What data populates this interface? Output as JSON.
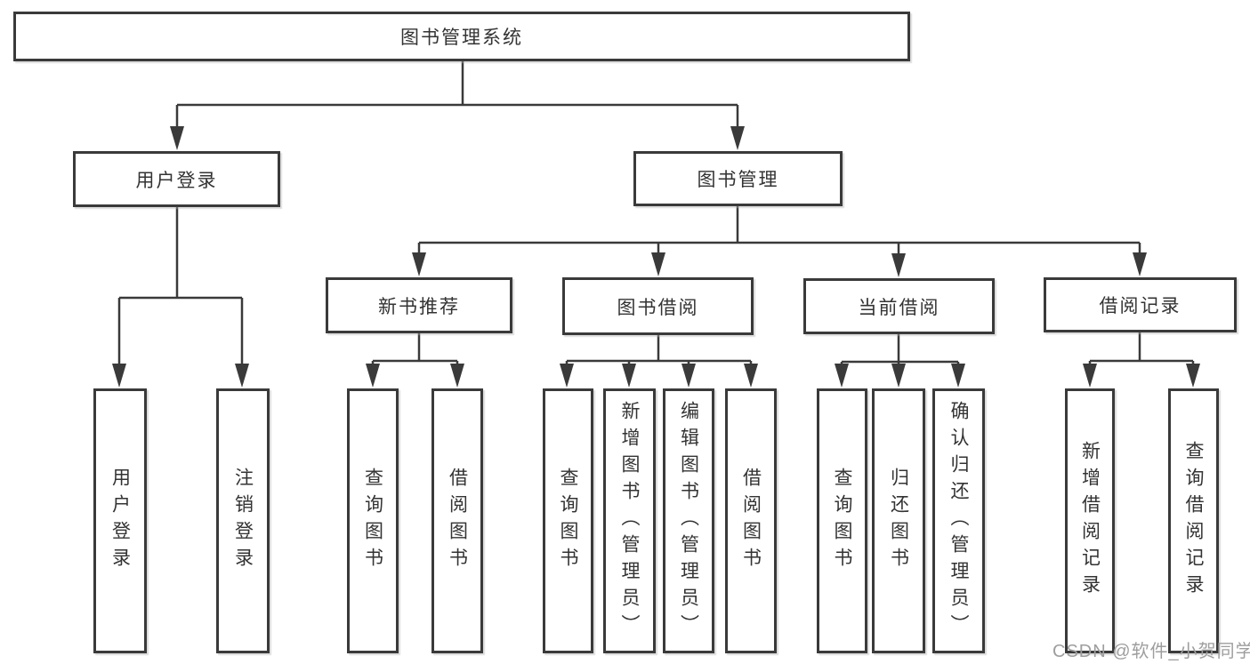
{
  "colors": {
    "line": "#3a3a3a",
    "text": "#333333",
    "watermark": "#9e9e9e",
    "background": "#ffffff"
  },
  "watermark": {
    "text": "CSDN @软件_小贺同学"
  },
  "diagram": {
    "type": "hierarchy-tree",
    "title": "图书管理系统",
    "tree": {
      "label": "图书管理系统",
      "children": [
        {
          "label": "用户登录",
          "children": [
            {
              "label": "用户登录"
            },
            {
              "label": "注销登录"
            }
          ]
        },
        {
          "label": "图书管理",
          "children": [
            {
              "label": "新书推荐",
              "children": [
                {
                  "label": "查询图书"
                },
                {
                  "label": "借阅图书"
                }
              ]
            },
            {
              "label": "图书借阅",
              "children": [
                {
                  "label": "查询图书"
                },
                {
                  "label": "新增图书（管理员）"
                },
                {
                  "label": "编辑图书（管理员）"
                },
                {
                  "label": "借阅图书"
                }
              ]
            },
            {
              "label": "当前借阅",
              "children": [
                {
                  "label": "查询图书"
                },
                {
                  "label": "归还图书"
                },
                {
                  "label": "确认归还（管理员）"
                }
              ]
            },
            {
              "label": "借阅记录",
              "children": [
                {
                  "label": "新增借阅记录"
                },
                {
                  "label": "查询借阅记录"
                }
              ]
            }
          ]
        }
      ]
    }
  }
}
